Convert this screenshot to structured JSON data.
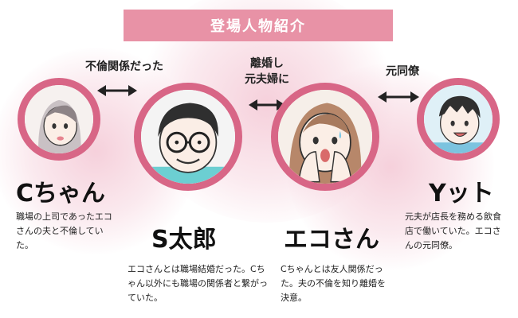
{
  "title": "登場人物紹介",
  "relations": {
    "c_s": "不倫関係だった",
    "s_e_line1": "離婚し",
    "s_e_line2": "元夫婦に",
    "e_y": "元同僚"
  },
  "characters": {
    "c": {
      "name": "Cちゃん",
      "description": "職場の上司であったエコさんの夫と不倫していた。"
    },
    "s": {
      "name": "S太郎",
      "description": "エコさんとは職場結婚だった。Cちゃん以外にも職場の関係者と繋がっていた。"
    },
    "e": {
      "name": "エコさん",
      "description": "Cちゃんとは友人関係だった。夫の不倫を知り離婚を決意。"
    },
    "y": {
      "name": "Yット",
      "description": "元夫が店長を務める飲食店で働いていた。エコさんの元同僚。"
    }
  },
  "colors": {
    "accent": "#d86686",
    "title_bg": "#e892a6",
    "blob": "#eeaabe"
  },
  "icons": [
    "double-arrow-icon"
  ]
}
